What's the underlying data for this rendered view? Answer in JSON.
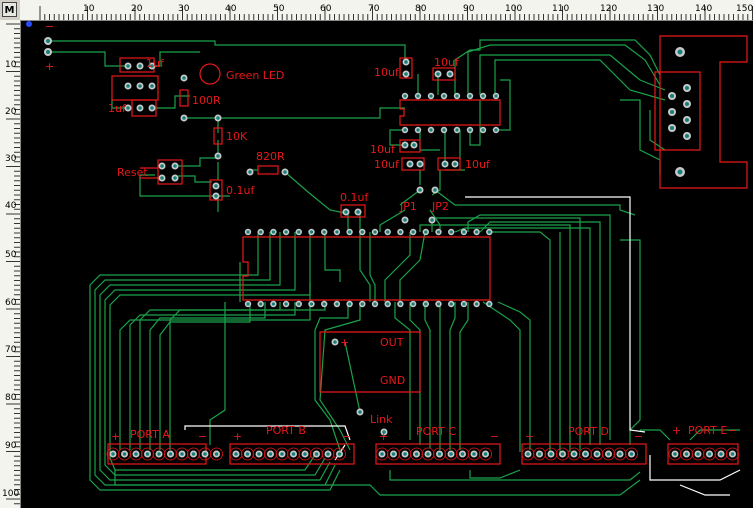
{
  "corner_button_label": "M",
  "ruler": {
    "top_labels": [
      "10",
      "20",
      "30",
      "40",
      "50",
      "60",
      "70",
      "80",
      "90",
      "100",
      "110",
      "120",
      "130",
      "140",
      "150"
    ],
    "left_labels": [
      "10",
      "20",
      "30",
      "40",
      "50",
      "60",
      "70",
      "80",
      "90",
      "100"
    ]
  },
  "labels": {
    "green_led": "Green LED",
    "r100": "100R",
    "r10k": "10K",
    "r820": "820R",
    "reset": "Reset",
    "c01_left": "0.1uf",
    "c01_top": "0.1uf",
    "c1_a": "1uf",
    "c1_b": "1uf",
    "c10_a": "10uf",
    "c10_b": "10uf",
    "c10_c": "10uf",
    "c10_d": "10uf",
    "c10_e": "10uf",
    "jp1": "JP1",
    "jp2": "JP2",
    "out": "OUT",
    "gnd": "GND",
    "link": "Link",
    "port_a": "PORT A",
    "port_b": "PORT B",
    "port_c": "PORT C",
    "port_d": "PORT D",
    "port_e": "PORT E",
    "plus": "+",
    "minus": "−"
  },
  "colors": {
    "background": "#000000",
    "trace": "#1aa24a",
    "silkscreen": "#e81818",
    "pad": "#c8c8c8",
    "via_hole": "#15807a",
    "white_wire": "#ffffff",
    "ruler": "#f4f4ee"
  }
}
